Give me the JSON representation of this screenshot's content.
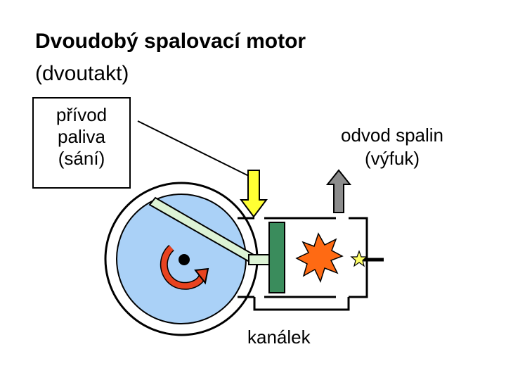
{
  "title": "Dvoudobý spalovací motor",
  "subtitle": "(dvoutakt)",
  "labels": {
    "intake": "přívod\npaliva\n(sání)",
    "exhaust": "odvod spalin\n(výfuk)",
    "channel": "kanálek"
  },
  "colors": {
    "flywheel": "#aad1f7",
    "piston": "#3a8c5c",
    "connecting_rod": "#ddf3d5",
    "intake_arrow": "#ffff33",
    "exhaust_arrow": "#8c8c8c",
    "rotation_arrow": "#e84320",
    "explosion": "#ff6a13",
    "spark": "#ffff66"
  },
  "icons": [
    "rotation-arrow-icon",
    "explosion-icon",
    "spark-icon"
  ]
}
